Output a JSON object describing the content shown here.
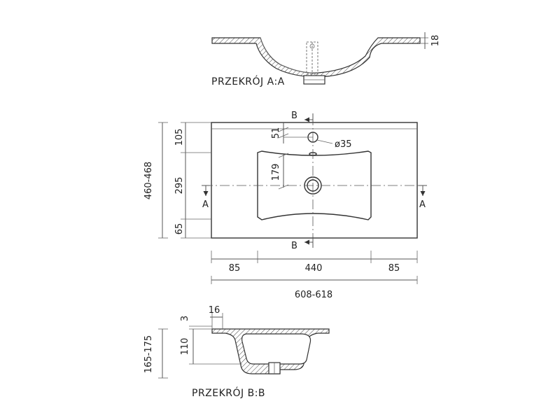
{
  "sections": {
    "a_a": "PRZEKRÓJ A:A",
    "b_b": "PRZEKRÓJ B:B"
  },
  "section_marks": {
    "a": "A",
    "b": "B"
  },
  "top_view": {
    "depth_total": "460-468",
    "depth_back": "105",
    "depth_bowl": "295",
    "depth_front": "65",
    "tap_offset": "51",
    "bowl_inner": "179",
    "tap_hole": "ø35",
    "width_left": "85",
    "width_bowl": "440",
    "width_right": "85",
    "width_total": "608-618"
  },
  "section_aa": {
    "thickness": "18"
  },
  "section_bb": {
    "rim_width": "16",
    "rim_thickness": "3",
    "bowl_depth": "110",
    "total_height": "165-175"
  }
}
